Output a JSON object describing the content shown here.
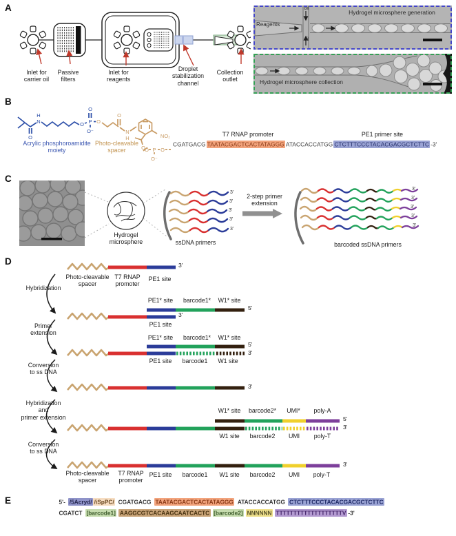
{
  "figure": {
    "panel_letters": {
      "a": "A",
      "b": "B",
      "c": "C",
      "d": "D",
      "e": "E"
    }
  },
  "colors": {
    "spacer_tan": "#c9a470",
    "t7_red": "#d93030",
    "pe1_blue": "#2b3c99",
    "barcode_green": "#22a25b",
    "w1_dark": "#33200f",
    "umi_yellow": "#f0d02c",
    "polyt_purple": "#7d3f9b",
    "arrow_red": "#c0392b",
    "t7_highlight": "#f2a37c",
    "pe1_highlight": "#9aa3d4",
    "barcode_highlight": "#c6dcae",
    "w1_highlight": "#c9a478",
    "umi_highlight": "#eee08b",
    "polyt_highlight": "#b49bd1",
    "acryd_highlight": "#8f93c9",
    "ispc_highlight": "#f6dcc0",
    "micro_border_top": "#4446c8",
    "micro_border_bottom": "#35a055"
  },
  "panel_a": {
    "chip_labels": [
      "Inlet for\ncarrier oil",
      "Passive\nfilters",
      "Inlet for\nreagents",
      "Droplet\nstabilization\nchannel",
      "Collection\noutlet"
    ],
    "micrograph_top": {
      "title": "Hydrogel microsphere generation",
      "reagents_label": "Reagents",
      "oil_top": "oil",
      "oil_bottom": "oil"
    },
    "micrograph_bottom": {
      "title": "Hydrogel microsphere collection"
    }
  },
  "panel_b": {
    "moiety_label": "Acrylic phosphoroamidite\nmoiety",
    "spacer_label": "Photo-cleavable\nspacer",
    "t7_label": "T7 RNAP promoter",
    "pe1_label": "PE1 primer site",
    "sequence": {
      "pre": "CGATGACG",
      "t7": "TAATACGACTCACTATAGGG",
      "mid": "ATACCACCATGG",
      "pe1": "CTCTTTCCCTACACGACGCTCTTC",
      "end": "-3'"
    },
    "atoms": [
      "H",
      "N",
      "O",
      "O",
      "P",
      "O",
      "O⁻",
      "O",
      "O",
      "N",
      "H",
      "NO₂",
      "O",
      "O",
      "P",
      "O⁻",
      "O"
    ]
  },
  "panel_c": {
    "hydrogel_label": "Hydrogel\nmicrosphere",
    "ssdna_label": "ssDNA primers",
    "step_label": "2-step primer\nextension",
    "barcoded_label": "barcoded ssDNA primers",
    "three_prime": "3'"
  },
  "panel_d": {
    "steps": [
      "Hybridization",
      "Primer\nextension",
      "Conversion\nto ss DNA",
      "Hybridization\nand\nprimer extension",
      "Conversion\nto ss DNA"
    ],
    "p3": "3'",
    "p5": "5'",
    "row1_labels": [
      "Photo-cleavable\nspacer",
      "T7 RNAP\npromoter",
      "PE1 site"
    ],
    "star_labels": [
      "PE1* site",
      "barcode1*",
      "W1* site"
    ],
    "pe1_site": "PE1 site",
    "row3_bottom": [
      "PE1 site",
      "barcode1",
      "W1 site"
    ],
    "row5_top": [
      "W1* site",
      "barcode2*",
      "UMI*",
      "poly-A"
    ],
    "row5_bottom": [
      "W1 site",
      "barcode2",
      "UMI",
      "poly-T"
    ],
    "row6_labels": [
      "Photo-cleavable\nspacer",
      "T7 RNAP\npromoter",
      "PE1 site",
      "barcode1",
      "W1 site",
      "barcode2",
      "UMI",
      "poly-T"
    ]
  },
  "panel_e": {
    "line1": {
      "prefix": "5'-",
      "acryd": "/5Acryd/",
      "ispc": "/iSpPC/",
      "seg": "CGATGACG",
      "t7": "TAATACGACTCACTATAGGG",
      "mid": "ATACCACCATGG",
      "pe1": "CTCTTTCCCTACACGACGCTCTTC"
    },
    "line2": {
      "pre": "CGATCT",
      "bc1": "[barcode1]",
      "w1": "AAGGCGTCACAAGCAATCACTC",
      "bc2": "[barcode2]",
      "umi": "NNNNNN",
      "polyt": "TTTTTTTTTTTTTTTTTTTV",
      "end": "-3'"
    }
  }
}
